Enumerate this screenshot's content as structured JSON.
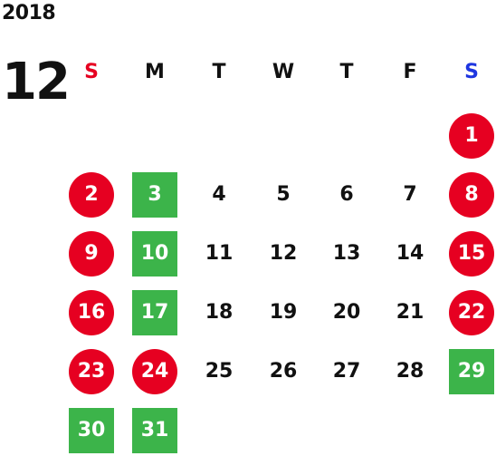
{
  "calendar": {
    "year": "2018",
    "month": "12",
    "weekdays": [
      {
        "label": "S",
        "color": "#e60021"
      },
      {
        "label": "M",
        "color": "#111111"
      },
      {
        "label": "T",
        "color": "#111111"
      },
      {
        "label": "W",
        "color": "#111111"
      },
      {
        "label": "T",
        "color": "#111111"
      },
      {
        "label": "F",
        "color": "#111111"
      },
      {
        "label": "S",
        "color": "#1e36e0"
      }
    ],
    "weeks": [
      [
        null,
        null,
        null,
        null,
        null,
        null,
        {
          "day": "1",
          "mark": "red"
        }
      ],
      [
        {
          "day": "2",
          "mark": "red"
        },
        {
          "day": "3",
          "mark": "green"
        },
        {
          "day": "4",
          "mark": "none"
        },
        {
          "day": "5",
          "mark": "none"
        },
        {
          "day": "6",
          "mark": "none"
        },
        {
          "day": "7",
          "mark": "none"
        },
        {
          "day": "8",
          "mark": "red"
        }
      ],
      [
        {
          "day": "9",
          "mark": "red"
        },
        {
          "day": "10",
          "mark": "green"
        },
        {
          "day": "11",
          "mark": "none"
        },
        {
          "day": "12",
          "mark": "none"
        },
        {
          "day": "13",
          "mark": "none"
        },
        {
          "day": "14",
          "mark": "none"
        },
        {
          "day": "15",
          "mark": "red"
        }
      ],
      [
        {
          "day": "16",
          "mark": "red"
        },
        {
          "day": "17",
          "mark": "green"
        },
        {
          "day": "18",
          "mark": "none"
        },
        {
          "day": "19",
          "mark": "none"
        },
        {
          "day": "20",
          "mark": "none"
        },
        {
          "day": "21",
          "mark": "none"
        },
        {
          "day": "22",
          "mark": "red"
        }
      ],
      [
        {
          "day": "23",
          "mark": "red"
        },
        {
          "day": "24",
          "mark": "red"
        },
        {
          "day": "25",
          "mark": "none"
        },
        {
          "day": "26",
          "mark": "none"
        },
        {
          "day": "27",
          "mark": "none"
        },
        {
          "day": "28",
          "mark": "none"
        },
        {
          "day": "29",
          "mark": "green"
        }
      ],
      [
        {
          "day": "30",
          "mark": "green"
        },
        {
          "day": "31",
          "mark": "green"
        },
        null,
        null,
        null,
        null,
        null
      ]
    ],
    "colors": {
      "holiday_red": "#e60021",
      "highlight_green": "#3cb44a",
      "saturday_blue": "#1e36e0",
      "text": "#111111"
    }
  }
}
